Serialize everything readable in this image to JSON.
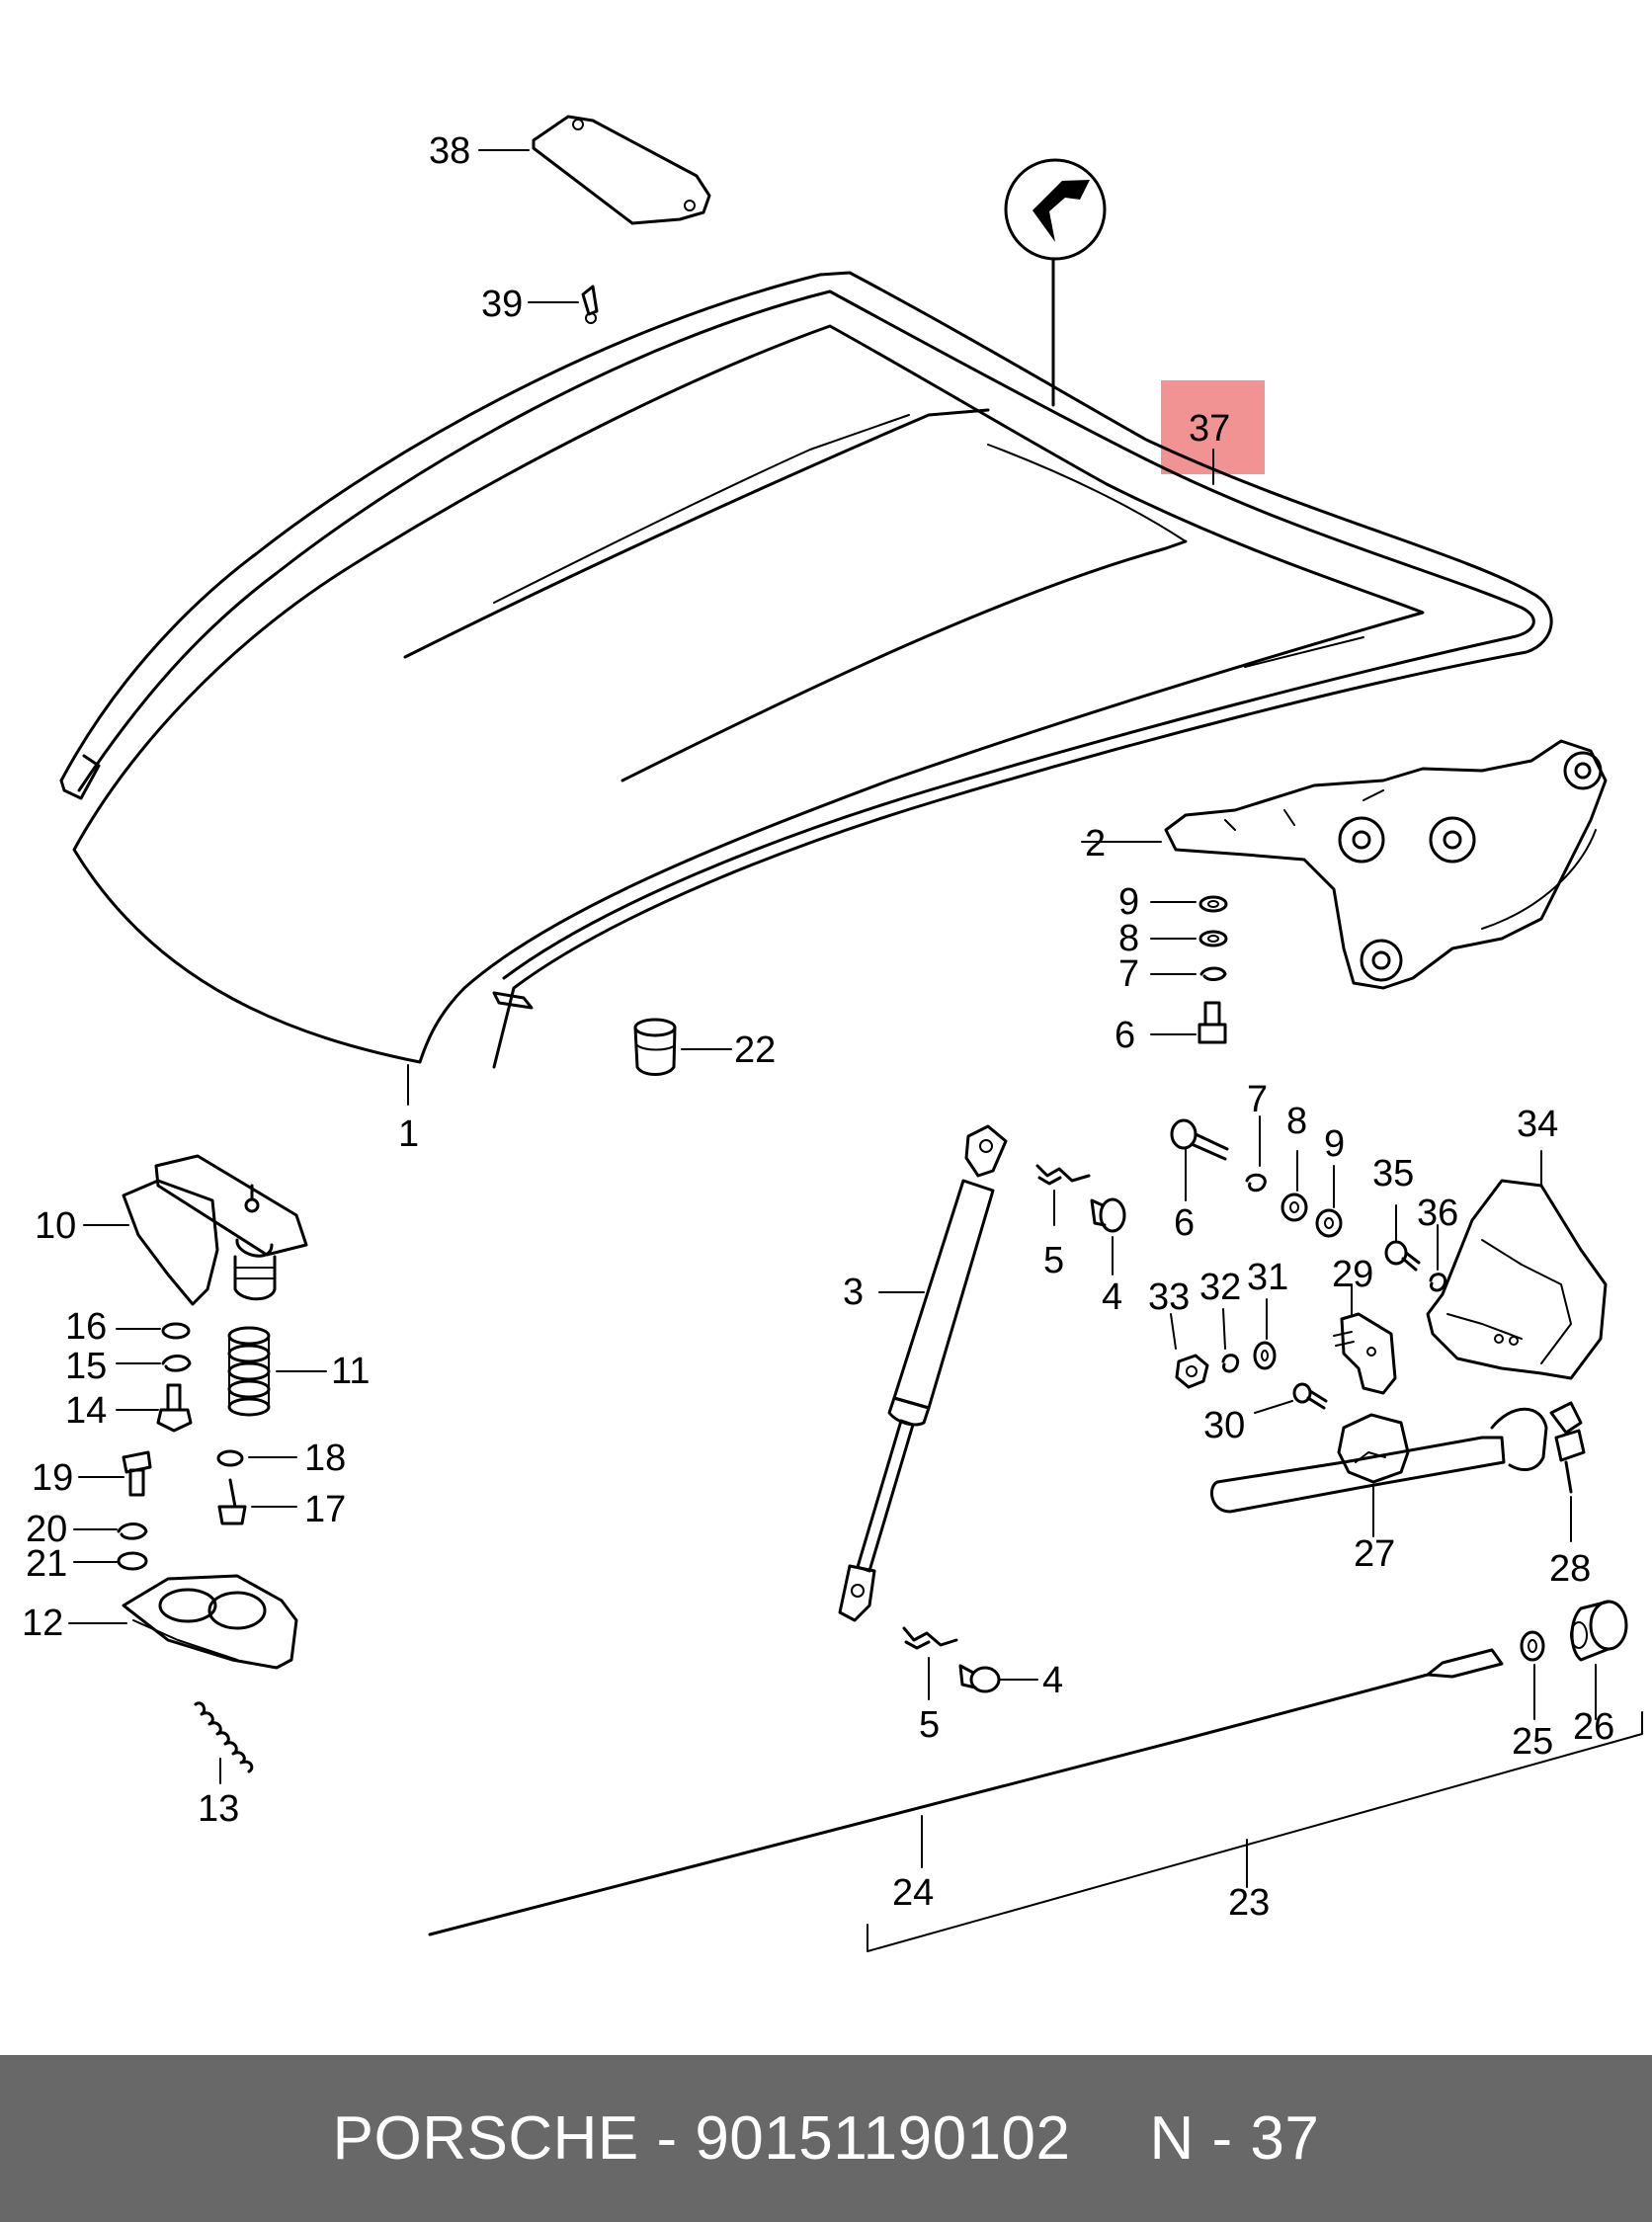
{
  "diagram": {
    "highlighted_part": "37",
    "part_labels": [
      "38",
      "39",
      "37",
      "1",
      "2",
      "9",
      "8",
      "7",
      "6",
      "22",
      "10",
      "16",
      "15",
      "14",
      "11",
      "19",
      "18",
      "17",
      "20",
      "21",
      "12",
      "13",
      "3",
      "5",
      "4",
      "7",
      "8",
      "9",
      "6",
      "34",
      "35",
      "36",
      "33",
      "32",
      "31",
      "29",
      "30",
      "27",
      "28",
      "5",
      "4",
      "25",
      "26",
      "24",
      "23"
    ]
  },
  "footer": {
    "brand": "PORSCHE",
    "separator": " - ",
    "part_number": "90151190102",
    "reference": "N - 37"
  },
  "colors": {
    "footer_background": "#686868",
    "highlight": "#f08080",
    "line": "#000000"
  }
}
